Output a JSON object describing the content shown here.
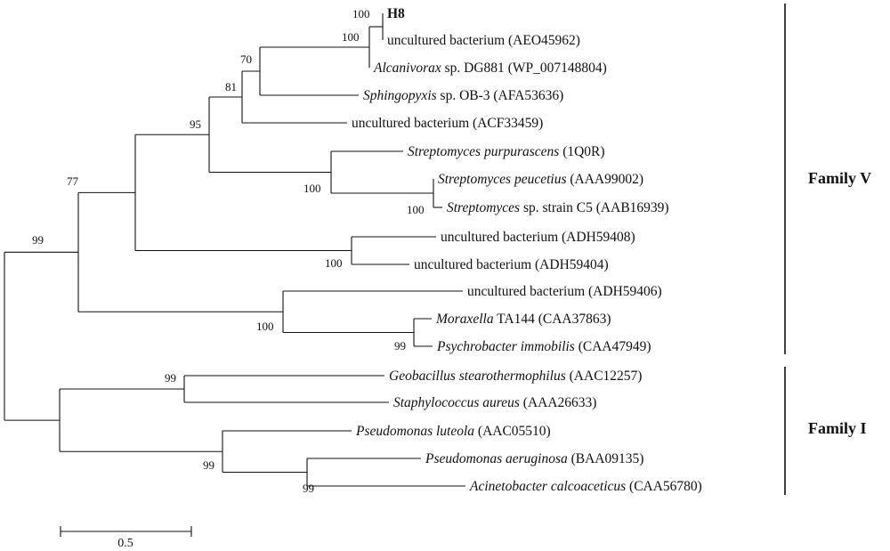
{
  "tree": {
    "leaves": [
      {
        "name": "H8",
        "accession": "",
        "italic": false,
        "bold": true
      },
      {
        "name": "uncultured bacterium",
        "accession": "(AEO45962)",
        "italic": false
      },
      {
        "name": "Alcanivorax",
        "suffix": " sp. DG881",
        "accession": "(WP_007148804)",
        "italic": true
      },
      {
        "name": "Sphingopyxis",
        "suffix": " sp. OB-3",
        "accession": "(AFA53636)",
        "italic": true
      },
      {
        "name": "uncultured bacterium",
        "accession": "(ACF33459)",
        "italic": false
      },
      {
        "name": "Streptomyces purpurascens",
        "accession": "(1Q0R)",
        "italic": true
      },
      {
        "name": "Streptomyces peucetius",
        "accession": "(AAA99002)",
        "italic": true
      },
      {
        "name": "Streptomyces",
        "suffix": " sp. strain C5",
        "accession": "(AAB16939)",
        "italic": true
      },
      {
        "name": "uncultured bacterium",
        "accession": "(ADH59408)",
        "italic": false
      },
      {
        "name": "uncultured bacterium",
        "accession": "(ADH59404)",
        "italic": false
      },
      {
        "name": "uncultured bacterium",
        "accession": "(ADH59406)",
        "italic": false
      },
      {
        "name": "Moraxella",
        "suffix": " TA144",
        "accession": "(CAA37863)",
        "italic": true
      },
      {
        "name": "Psychrobacter immobilis",
        "accession": "(CAA47949)",
        "italic": true
      },
      {
        "name": "Geobacillus stearothermophilus",
        "accession": "(AAC12257)",
        "italic": true
      },
      {
        "name": "Staphylococcus aureus",
        "accession": "(AAA26633)",
        "italic": true
      },
      {
        "name": "Pseudomonas luteola",
        "accession": "(AAC05510)",
        "italic": true
      },
      {
        "name": "Pseudomonas aeruginosa",
        "accession": "(BAA09135)",
        "italic": true
      },
      {
        "name": "Acinetobacter calcoaceticus",
        "accession": "(CAA56780)",
        "italic": true
      }
    ],
    "bootstrap_values": [
      "100",
      "100",
      "70",
      "81",
      "95",
      "100",
      "100",
      "77",
      "100",
      "99",
      "100",
      "99",
      "99",
      "99",
      "99"
    ],
    "families": [
      {
        "label": "Family V"
      },
      {
        "label": "Family I"
      }
    ],
    "scale_bar": {
      "label": "0.5"
    }
  }
}
